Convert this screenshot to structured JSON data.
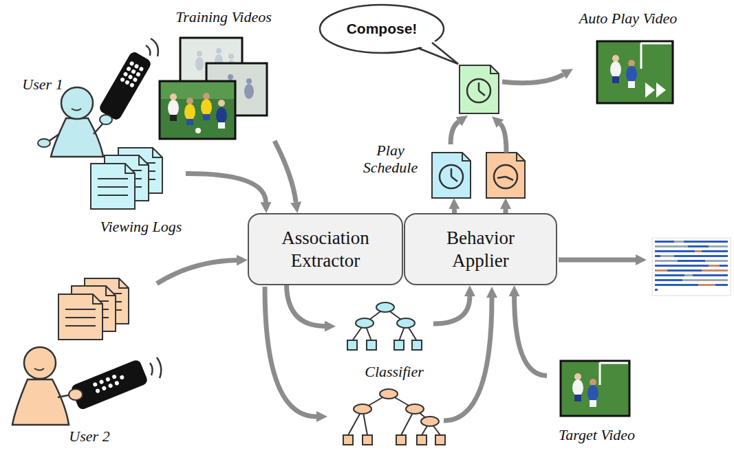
{
  "diagram": {
    "nodes": [
      {
        "text": [
          "Training Videos"
        ]
      },
      {
        "text": [
          "Compose!"
        ]
      },
      {
        "text": [
          "Auto Play Video"
        ]
      },
      {
        "text": [
          "Play Schedule"
        ]
      },
      {
        "text": [
          "Viewing Logs"
        ]
      },
      {
        "text": [
          "Association Extractor"
        ]
      },
      {
        "text": [
          "Behavior Applier"
        ]
      },
      {
        "text": [
          "Classifier"
        ]
      },
      {
        "text": [
          "User 2"
        ]
      },
      {
        "text": [
          "Target Video"
        ]
      }
    ],
    "edges": [
      {
        "from": 0,
        "to": 5,
        "arrow": "to"
      },
      {
        "from": 4,
        "to": 5,
        "arrow": "to"
      },
      {
        "from": 8,
        "to": 5,
        "arrow": "to"
      },
      {
        "from": 5,
        "to": 7,
        "arrow": "to"
      },
      {
        "from": 7,
        "to": 6,
        "arrow": "to"
      },
      {
        "from": 9,
        "to": 6,
        "arrow": "to"
      },
      {
        "from": 6,
        "to": 3,
        "arrow": "to"
      },
      {
        "from": 3,
        "to": 1,
        "arrow": "to"
      },
      {
        "from": 1,
        "to": 2,
        "arrow": "to"
      }
    ],
    "labels": [
      "User 1"
    ]
  }
}
